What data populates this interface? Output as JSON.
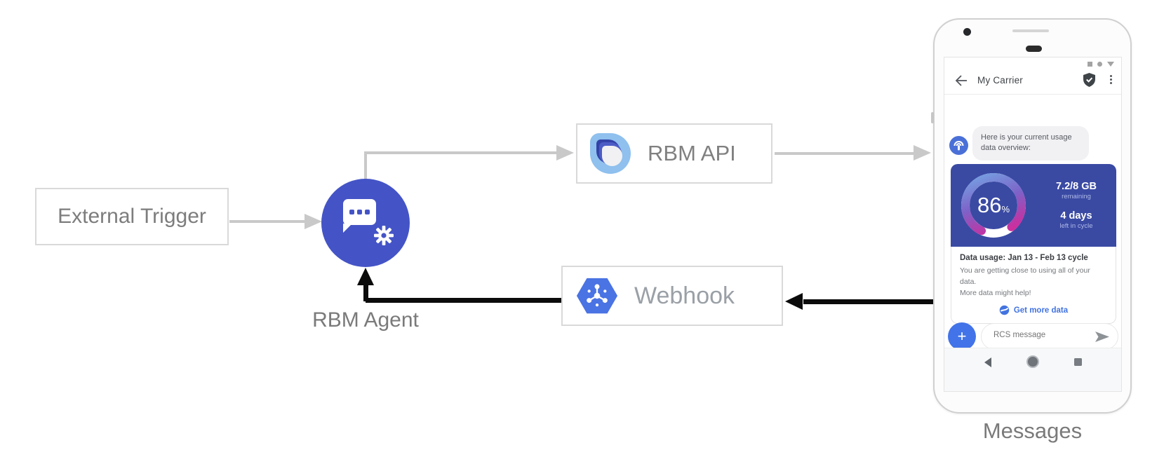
{
  "diagram": {
    "external_trigger_label": "External Trigger",
    "rbm_agent_label": "RBM Agent",
    "rbm_api_label": "RBM API",
    "webhook_label": "Webhook",
    "phone_caption": "Messages"
  },
  "phone": {
    "header": {
      "title": "My Carrier"
    },
    "chat": {
      "agent_message": "Here is your current usage data overview:",
      "usage_card": {
        "percent_value": "86",
        "percent_unit": "%",
        "remaining_value": "7.2/8 GB",
        "remaining_label": "remaining",
        "cycle_value": "4 days",
        "cycle_label": "left in cycle",
        "title": "Data usage: Jan 13 - Feb 13 cycle",
        "body_line1": "You are getting close to using all of your data.",
        "body_line2": "More data might help!",
        "action_label": "Get more data"
      }
    },
    "composer": {
      "plus_label": "+",
      "placeholder": "RCS message"
    }
  },
  "icons": {
    "status_bar": [
      "square",
      "circle",
      "triangle"
    ],
    "header_back": "arrow-left",
    "header_verified": "shield-check",
    "header_menu": "kebab-menu",
    "agent_avatar": "broadcast-antenna",
    "agent_node": "chat-bubble-gear",
    "rbm_api_node": "layered-teardrop-logo",
    "webhook_node": "pubsub-hexagon",
    "card_action": "globe",
    "composer_send": "send-arrow",
    "nav": [
      "back-triangle",
      "home-circle",
      "recents-square"
    ]
  },
  "colors": {
    "agent_circle": "#4454c6",
    "usage_card_bg": "#3a4aa3",
    "gauge_gradient": [
      "#74aae6",
      "#7d62c8",
      "#ea1f8f"
    ],
    "gauge_remaining": "#ffffff",
    "link_blue": "#4273e0",
    "plus_button": "#4273e8",
    "avatar_blue": "#4a70d8",
    "webhook_hex": "#4a73e3",
    "arrow_gray": "#c9c9c9",
    "arrow_black": "#0b0b0b",
    "label_gray": "#7a7a7a"
  }
}
